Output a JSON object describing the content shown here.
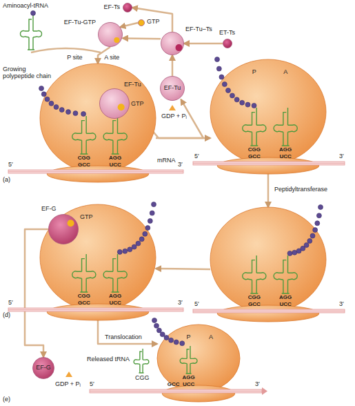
{
  "diagram": {
    "nodes": [
      {
        "text": [
          "EF-Ts"
        ]
      },
      {
        "text": [
          "GTP"
        ]
      },
      {
        "text": [
          "EF-Tu-GTP"
        ]
      },
      {
        "text": [
          "EF-Tu–Ts"
        ]
      },
      {
        "text": [
          "ET-Ts"
        ]
      },
      {
        "text": [
          "P site",
          "A site",
          "CGG",
          "AGG",
          "GCC",
          "UCC"
        ]
      },
      {
        "text": [
          "EF-Tu",
          "GTP"
        ],
        "in": 5
      },
      {
        "text": [
          "EF-Tu"
        ]
      },
      {
        "text": [
          "P",
          "A",
          "CGG",
          "AGG",
          "GCC",
          "UCC"
        ]
      },
      {
        "text": [
          "CGG",
          "AGG",
          "GCC",
          "UCC"
        ]
      },
      {
        "text": [
          "CGG",
          "AGG",
          "GCC",
          "UCC"
        ]
      },
      {
        "text": [
          "EF-G",
          "GTP"
        ],
        "in": 10
      },
      {
        "text": [
          "EF-G"
        ]
      },
      {
        "text": [
          "P",
          "A",
          "AGG",
          "GCC",
          "UCC"
        ]
      }
    ],
    "edges": [
      {
        "from": 4,
        "to": 3,
        "arrow": "to"
      },
      {
        "from": 7,
        "to": 3,
        "arrow": "to"
      },
      {
        "from": 3,
        "to": 2,
        "arrow": "to"
      },
      {
        "from": 3,
        "to": 0,
        "arrow": "to"
      },
      {
        "from": 1,
        "to": 2,
        "arrow": "to"
      },
      {
        "from": 2,
        "to": 5,
        "arrow": "to"
      },
      {
        "from": 5,
        "to": 8,
        "arrow": "to"
      },
      {
        "from": 6,
        "to": 7,
        "arrow": "to"
      },
      {
        "from": 8,
        "to": 9,
        "label": "Peptidyltransferase",
        "arrow": "to"
      },
      {
        "from": 9,
        "to": 10,
        "arrow": "to"
      },
      {
        "from": 10,
        "to": 13,
        "label": "Translocation",
        "arrow": "to"
      },
      {
        "from": 11,
        "to": 12,
        "arrow": "to"
      }
    ],
    "labels": [
      "Aminoacyl-tRNA",
      "Growing polypeptide chain",
      "mRNA",
      "5′",
      "3′",
      "GDP + Pᵢ",
      "(a)",
      "5′",
      "3′",
      "5′",
      "3′",
      "5′",
      "3′",
      "(d)",
      "GDP + Pᵢ",
      "Released tRNA",
      "CGG",
      "5′",
      "3′",
      "(e)"
    ]
  }
}
